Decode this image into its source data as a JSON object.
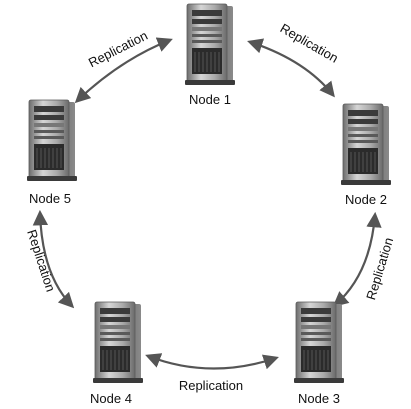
{
  "nodes": [
    {
      "label": "Node 1"
    },
    {
      "label": "Node 2"
    },
    {
      "label": "Node 3"
    },
    {
      "label": "Node 4"
    },
    {
      "label": "Node 5"
    }
  ],
  "links": [
    {
      "label": "Replication",
      "from": "Node 1",
      "to": "Node 2"
    },
    {
      "label": "Replication",
      "from": "Node 2",
      "to": "Node 3"
    },
    {
      "label": "Replication",
      "from": "Node 3",
      "to": "Node 4"
    },
    {
      "label": "Replication",
      "from": "Node 4",
      "to": "Node 5"
    },
    {
      "label": "Replication",
      "from": "Node 5",
      "to": "Node 1"
    }
  ],
  "icons": {
    "node": "server-tower-icon",
    "link": "double-arrow-icon"
  },
  "colors": {
    "arrow": "#555555",
    "server_body": "#8e8e8e",
    "server_dark": "#2b2b2b",
    "text": "#111111"
  }
}
